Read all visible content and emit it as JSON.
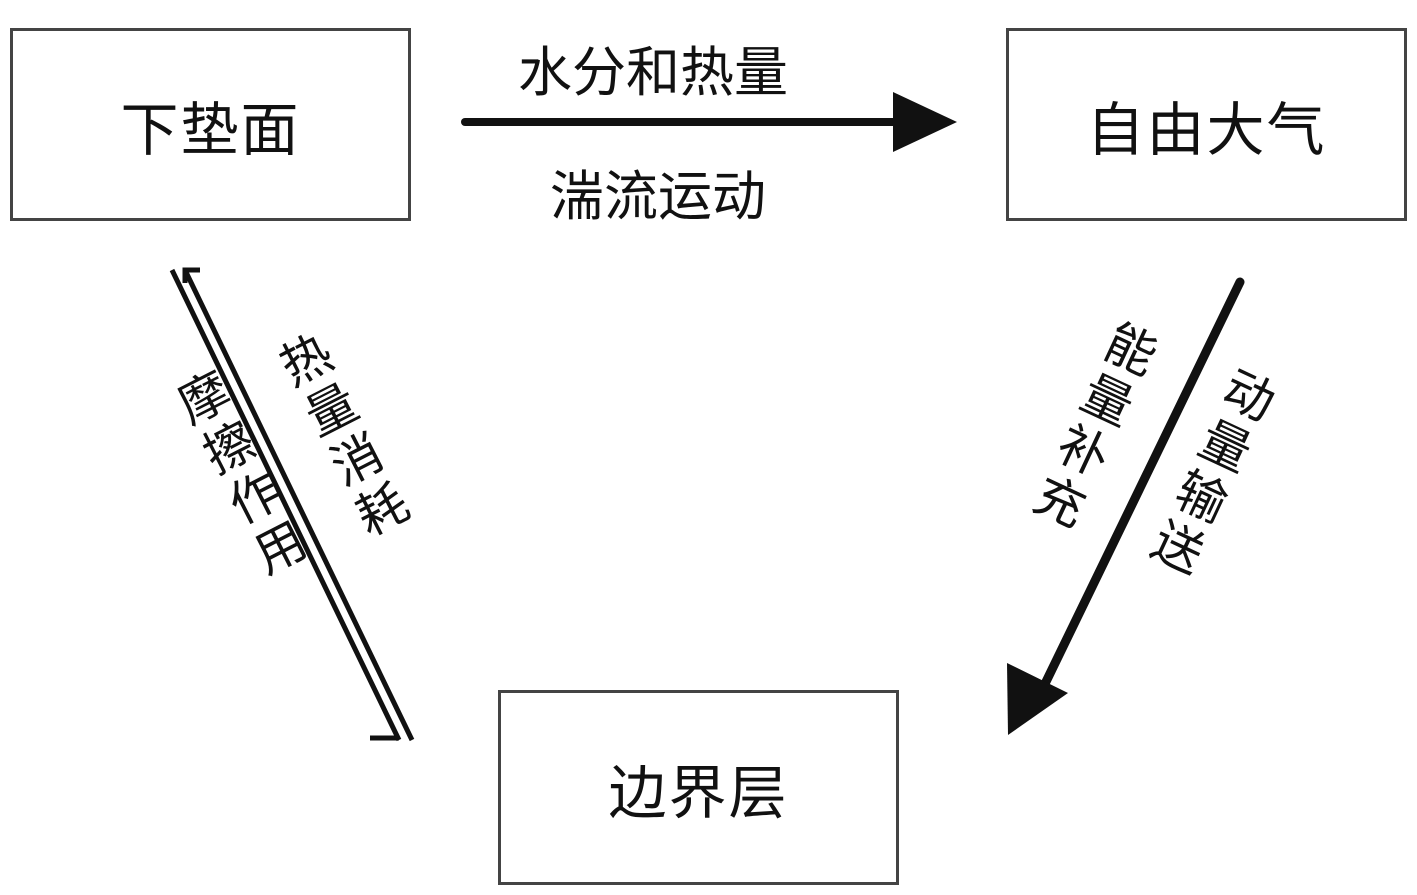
{
  "nodes": {
    "underlying_surface": "下垫面",
    "free_atmosphere": "自由大气",
    "boundary_layer": "边界层"
  },
  "edges": {
    "surface_to_atmosphere": {
      "label_top": "水分和热量",
      "label_bottom": "湍流运动"
    },
    "surface_to_boundary": {
      "label_left": "摩擦作用",
      "label_right": "热量消耗"
    },
    "atmosphere_to_boundary": {
      "label_left": "能量补充",
      "label_right": "动量输送"
    }
  },
  "colors": {
    "stroke": "#111111",
    "box_border": "#444444"
  }
}
